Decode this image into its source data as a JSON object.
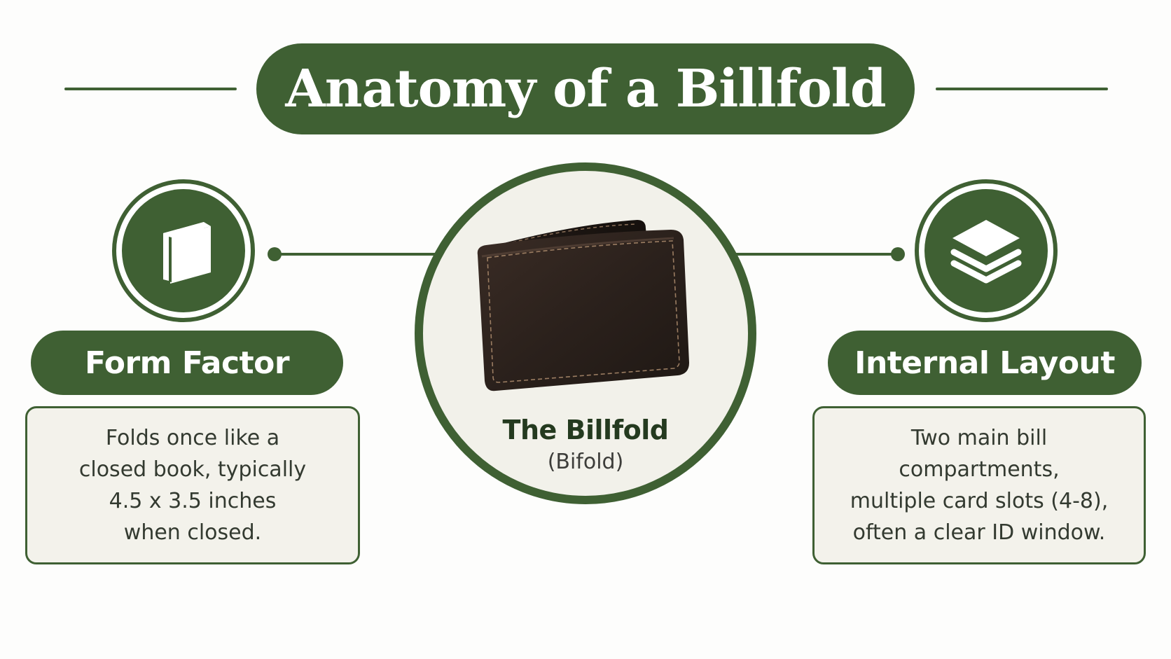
{
  "title": "Anatomy of a Billfold",
  "center": {
    "title": "The Billfold",
    "subtitle": "(Bifold)",
    "image_icon": "brown-leather-wallet-image"
  },
  "left": {
    "icon": "book-icon",
    "label": "Form Factor",
    "description": [
      "Folds once like a",
      "closed book, typically",
      "4.5 x 3.5 inches",
      "when closed."
    ]
  },
  "right": {
    "icon": "layers-icon",
    "label": "Internal Layout",
    "description": [
      "Two main bill",
      "compartments,",
      "multiple card slots (4-8),",
      "often a clear ID window."
    ]
  },
  "colors": {
    "accent": "#3f6033",
    "panel": "#f3f2eb",
    "leather": "#2b211c"
  }
}
